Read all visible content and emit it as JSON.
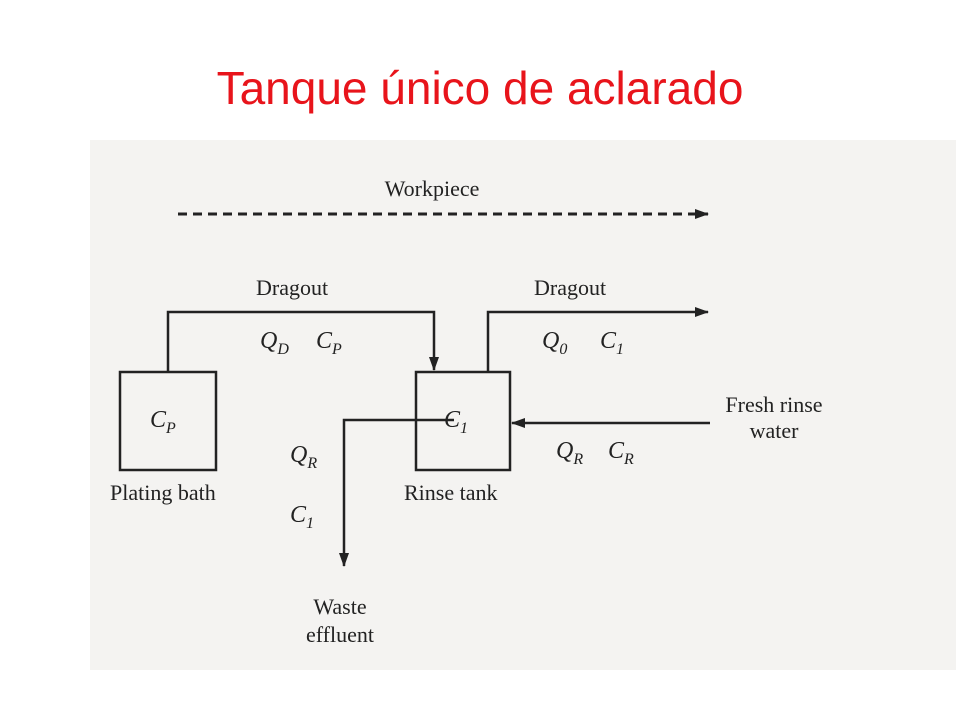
{
  "title": "Tanque único de aclarado",
  "diagram": {
    "workpiece": "Workpiece",
    "dragout_left": "Dragout",
    "dragout_right": "Dragout",
    "plating_bath": "Plating bath",
    "rinse_tank": "Rinse tank",
    "fresh_rinse_line1": "Fresh rinse",
    "fresh_rinse_line2": "water",
    "waste_line1": "Waste",
    "waste_line2": "effluent",
    "plating_conc": {
      "main": "C",
      "sub": "P"
    },
    "rinse_conc": {
      "main": "C",
      "sub": "1"
    },
    "q_dragin": {
      "main": "Q",
      "sub": "D"
    },
    "c_dragin": {
      "main": "C",
      "sub": "P"
    },
    "q_dragout": {
      "main": "Q",
      "sub": "0"
    },
    "c_dragout": {
      "main": "C",
      "sub": "1"
    },
    "q_rinse_in": {
      "main": "Q",
      "sub": "R"
    },
    "c_rinse_in": {
      "main": "C",
      "sub": "R"
    },
    "q_waste": {
      "main": "Q",
      "sub": "R"
    },
    "c_waste": {
      "main": "C",
      "sub": "1"
    }
  },
  "colors": {
    "title": "#e8141b",
    "ink": "#222222"
  }
}
